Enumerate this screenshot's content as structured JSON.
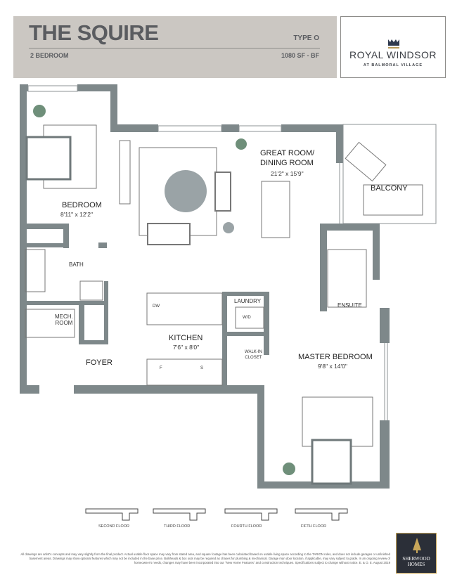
{
  "header": {
    "title": "THE SQUIRE",
    "type": "TYPE O",
    "bedrooms": "2 BEDROOM",
    "area": "1080 SF - BF"
  },
  "logo": {
    "name": "ROYAL WINDSOR",
    "subtitle": "AT BALMORAL VILLAGE"
  },
  "rooms": {
    "bedroom": {
      "name": "BEDROOM",
      "dim": "8'11\" x 12'2\""
    },
    "great_room": {
      "name_line1": "GREAT ROOM/",
      "name_line2": "DINING ROOM",
      "dim": "21'2\" x 15'9\""
    },
    "balcony": {
      "name": "BALCONY"
    },
    "bath": {
      "name": "BATH"
    },
    "ensuite": {
      "name": "ENSUITE"
    },
    "mech": {
      "name_line1": "MECH.",
      "name_line2": "ROOM"
    },
    "laundry": {
      "name": "LAUNDRY",
      "appliance": "W/D"
    },
    "kitchen": {
      "name": "KITCHEN",
      "dim": "7'6\" x 8'0\"",
      "dw": "DW",
      "fridge": "F",
      "stove": "S"
    },
    "walkin": {
      "name_line1": "WALK-IN",
      "name_line2": "CLOSET"
    },
    "foyer": {
      "name": "FOYER"
    },
    "master": {
      "name": "MASTER BEDROOM",
      "dim": "9'8\" x 14'0\""
    }
  },
  "key_plans": [
    "SECOND FLOOR",
    "THIRD FLOOR",
    "FOURTH FLOOR",
    "FIFTH FLOOR"
  ],
  "disclaimer": "All drawings are artist's concepts and may vary slightly from the final product. Actual usable floor space may vary from stated area, and square footage has been calculated based on usable living space according to the TARION rules, and does not include garages or unfinished basement areas. Drawings may show optional features which may not be included in the base price. Bulkheads & box outs may be required as chases for plumbing & mechanical. Garage man door location, if applicable, may vary subject to grade. In an ongoing review of homeowner's needs, changes may have been incorporated into our \"New Home Features\" and construction techniques. Specifications subject to change without notice. E. & O. E. August 2019",
  "builder": {
    "line1": "SHERWOOD",
    "line2": "HOMES"
  },
  "colors": {
    "wall": "#7e888a",
    "header_bg": "#cbc7c2",
    "furniture": "#9aa3a6"
  }
}
